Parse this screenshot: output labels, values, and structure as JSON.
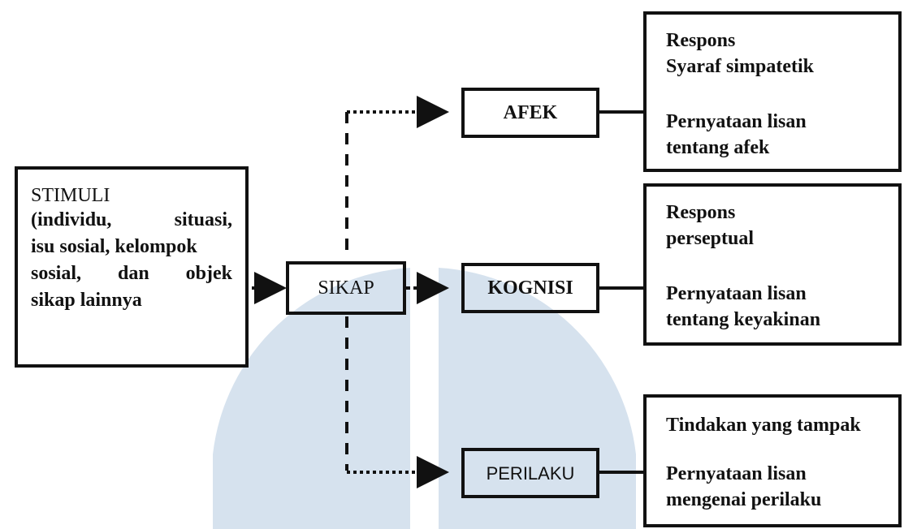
{
  "colors": {
    "ink": "#111111",
    "watermark": "#d6e2ee",
    "background": "#ffffff"
  },
  "stimuli": {
    "title": "STIMULI",
    "lines": [
      "(individu, situasi,",
      "isu sosial, kelompok",
      "sosial, dan objek",
      "sikap lainnya"
    ]
  },
  "nodes": {
    "sikap": "SIKAP",
    "afek": "AFEK",
    "kognisi": "KOGNISI",
    "perilaku": "PERILAKU"
  },
  "responses": {
    "afek": {
      "line1": "Respons",
      "line2": "Syaraf simpatetik",
      "line3": "Pernyataan lisan",
      "line4": "tentang afek"
    },
    "kognisi": {
      "line1": "Respons",
      "line2": "perseptual",
      "line3": "Pernyataan lisan",
      "line4": "tentang keyakinan"
    },
    "perilaku": {
      "line1": "Tindakan yang tampak",
      "line2": "Pernyataan lisan",
      "line3": "mengenai perilaku"
    }
  }
}
